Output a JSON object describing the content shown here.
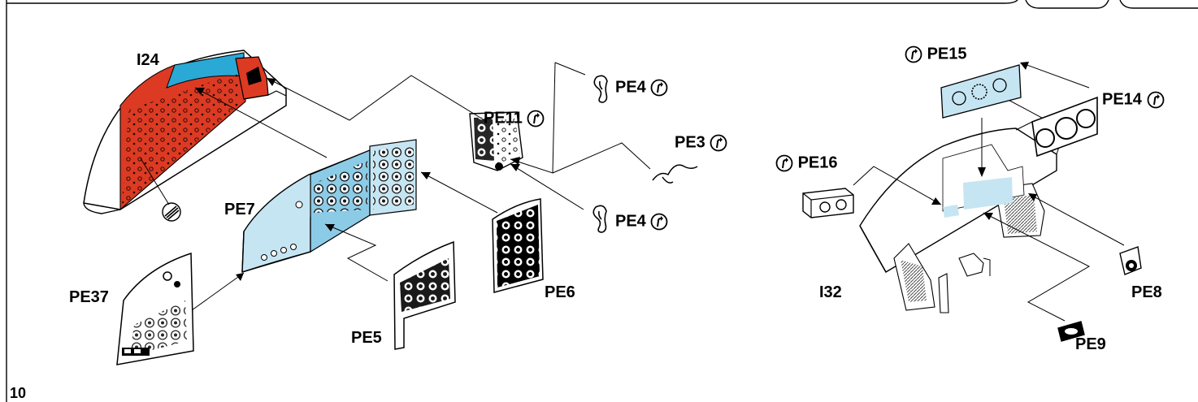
{
  "page": {
    "number": "10"
  },
  "colors": {
    "paint_red": "#dc3a23",
    "paint_blue": "#2aa8d6",
    "decal_blue": "#c6e5f3",
    "decal_blue_mid": "#8ccbe6",
    "outline": "#000000"
  },
  "icons": {
    "flip": "bend-up-arrow-in-circle-icon"
  },
  "parts": {
    "i24": "I24",
    "i32": "I32",
    "pe3": "PE3",
    "pe4_upper": "PE4",
    "pe4_lower": "PE4",
    "pe5": "PE5",
    "pe6": "PE6",
    "pe7": "PE7",
    "pe8": "PE8",
    "pe9": "PE9",
    "pe11": "PE11",
    "pe14": "PE14",
    "pe15": "PE15",
    "pe16": "PE16",
    "pe37": "PE37"
  }
}
